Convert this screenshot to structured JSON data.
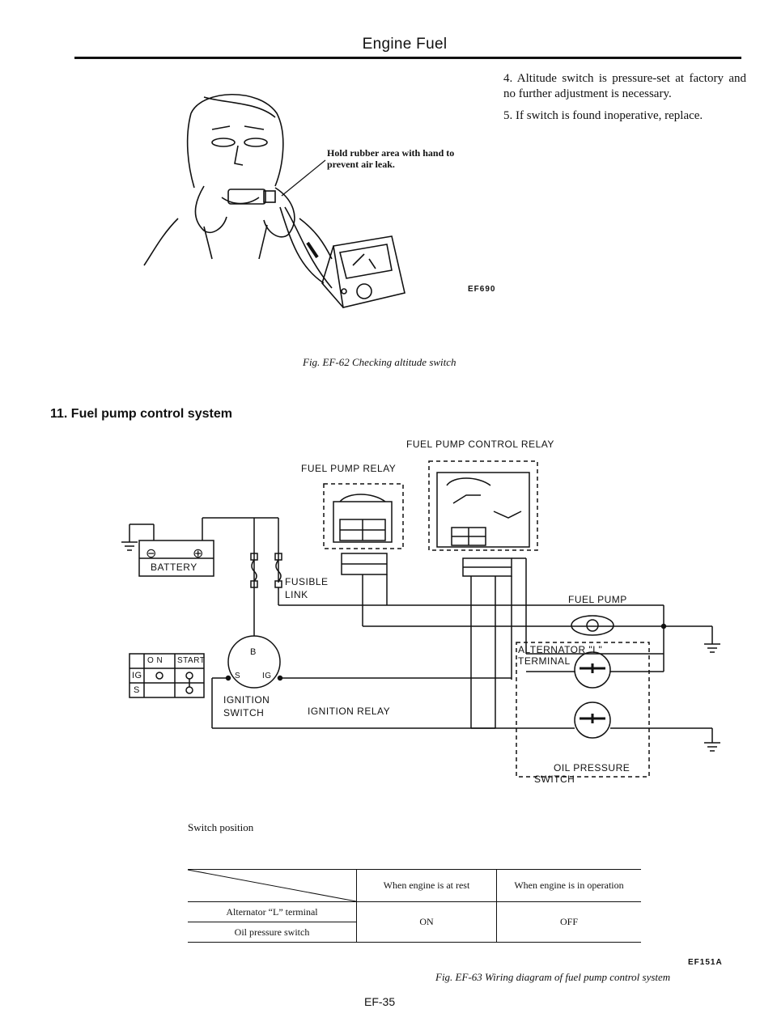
{
  "header": {
    "title": "Engine Fuel"
  },
  "notes": [
    "4.  Altitude switch is pressure-set at factory and no further adjustment is necessary.",
    "5.  If switch is found inoperative, replace."
  ],
  "figure1": {
    "callout": "Hold rubber area with hand to prevent air leak.",
    "code": "EF690",
    "caption": "Fig. EF-62 Checking altitude switch"
  },
  "section": {
    "title": "11. Fuel pump control system"
  },
  "diagram": {
    "labels": {
      "fuel_pump_control_relay": "FUEL PUMP CONTROL RELAY",
      "fuel_pump_relay": "FUEL PUMP RELAY",
      "battery": "BATTERY",
      "fusible_link_1": "FUSIBLE",
      "fusible_link_2": "LINK",
      "fuel_pump": "FUEL PUMP",
      "alternator_l": "ALTERNATOR \"L\"",
      "terminal": "TERMINAL",
      "ignition_switch_1": "IGNITION",
      "ignition_switch_2": "SWITCH",
      "ignition_relay": "IGNITION RELAY",
      "oil_pressure_1": "OIL PRESSURE",
      "oil_pressure_2": "SWITCH",
      "b_terminal": "B",
      "s_terminal": "S",
      "ig_terminal": "IG",
      "minus": "⊖",
      "plus": "⊕"
    },
    "switch_table": {
      "headers": [
        "O N",
        "START"
      ],
      "rows": [
        {
          "label": "IG"
        },
        {
          "label": "S"
        }
      ]
    }
  },
  "switch_position": {
    "title": "Switch position",
    "columns": [
      "When engine is at rest",
      "When engine is in operation"
    ],
    "rows": [
      "Alternator “L” terminal",
      "Oil pressure switch"
    ],
    "values": [
      "ON",
      "OFF"
    ]
  },
  "figure2": {
    "code": "EF151A",
    "caption": "Fig. EF-63 Wiring diagram of fuel pump control system"
  },
  "footer": {
    "page": "EF-35"
  }
}
